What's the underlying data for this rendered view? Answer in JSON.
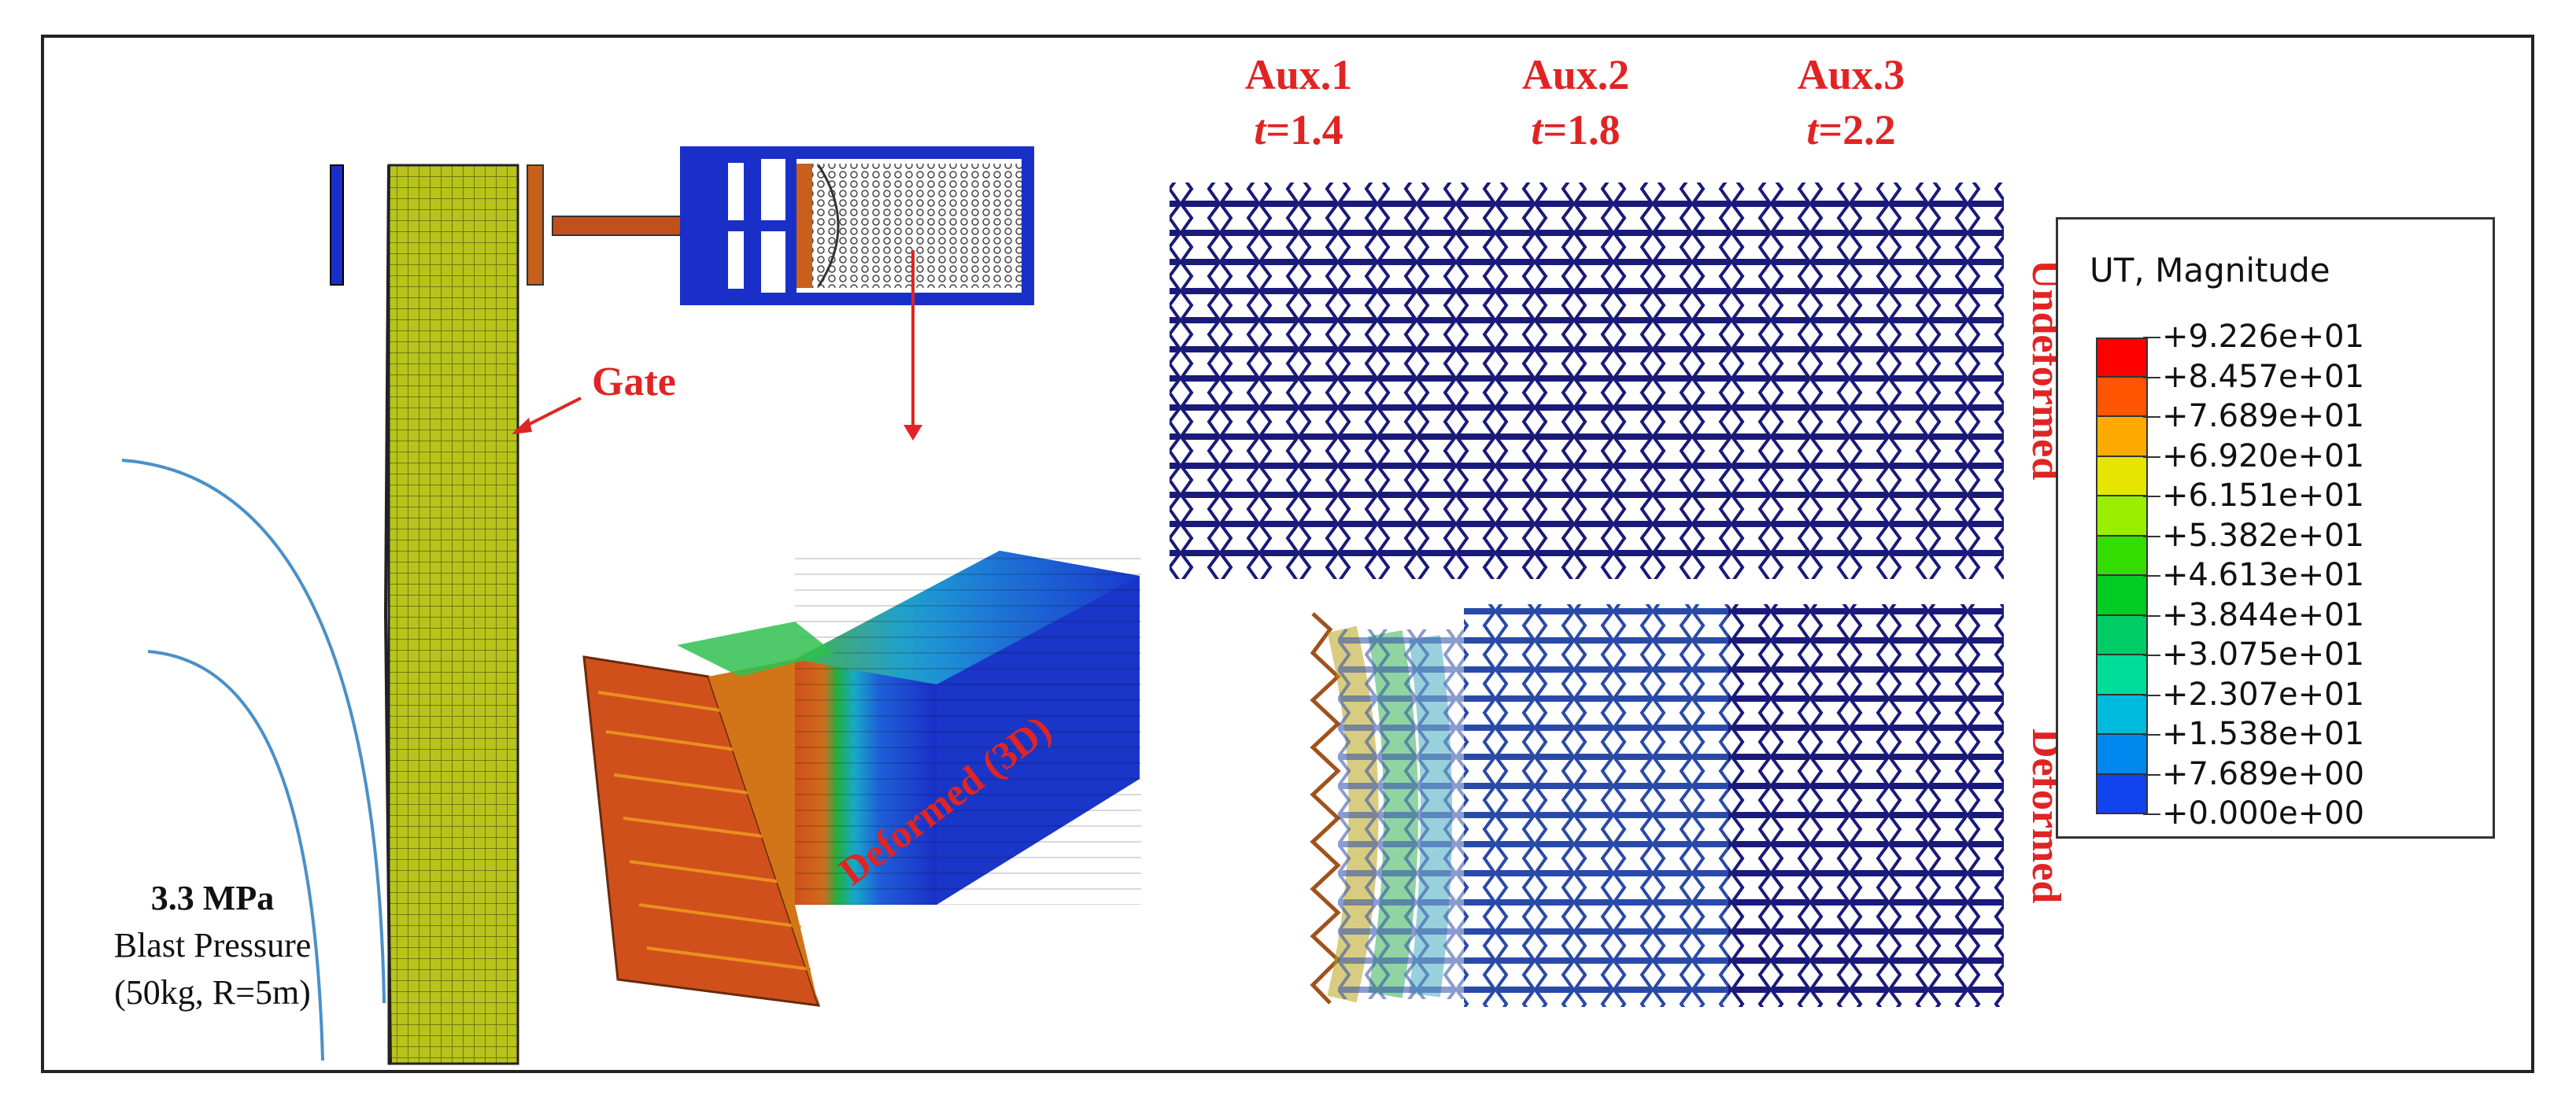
{
  "headers": [
    {
      "name": "Aux.1",
      "t_label": "t",
      "t_value": "=1.4"
    },
    {
      "name": "Aux.2",
      "t_label": "t",
      "t_value": "=1.8"
    },
    {
      "name": "Aux.3",
      "t_label": "t",
      "t_value": "=2.2"
    }
  ],
  "labels": {
    "gate": "Gate",
    "deformed_3d": "Deformed (3D)",
    "undeformed": "Undeformed",
    "deformed": "Deformed"
  },
  "blast": {
    "pressure": "3.3 MPa",
    "label": "Blast Pressure",
    "condition": "(50kg, R=5m)"
  },
  "legend": {
    "title": "UT, Magnitude",
    "entries": [
      {
        "value": "+9.226e+01",
        "color": "#ff0000"
      },
      {
        "value": "+8.457e+01",
        "color": "#ff5500"
      },
      {
        "value": "+7.689e+01",
        "color": "#ffaa00"
      },
      {
        "value": "+6.920e+01",
        "color": "#e5e500"
      },
      {
        "value": "+6.151e+01",
        "color": "#99ee00"
      },
      {
        "value": "+5.382e+01",
        "color": "#33dd00"
      },
      {
        "value": "+4.613e+01",
        "color": "#00cc22"
      },
      {
        "value": "+3.844e+01",
        "color": "#00cc66"
      },
      {
        "value": "+3.075e+01",
        "color": "#00dd99"
      },
      {
        "value": "+2.307e+01",
        "color": "#00bbdd"
      },
      {
        "value": "+1.538e+01",
        "color": "#0088ee"
      },
      {
        "value": "+7.689e+00",
        "color": "#1144ee"
      },
      {
        "value": "+0.000e+00",
        "color": "#0000ee"
      }
    ]
  },
  "colors": {
    "label_red": "#e02424",
    "mesh_yellow": "#b5c21a",
    "mesh_navy": "#1a1a7a",
    "curve_blue": "#4a90c8"
  }
}
